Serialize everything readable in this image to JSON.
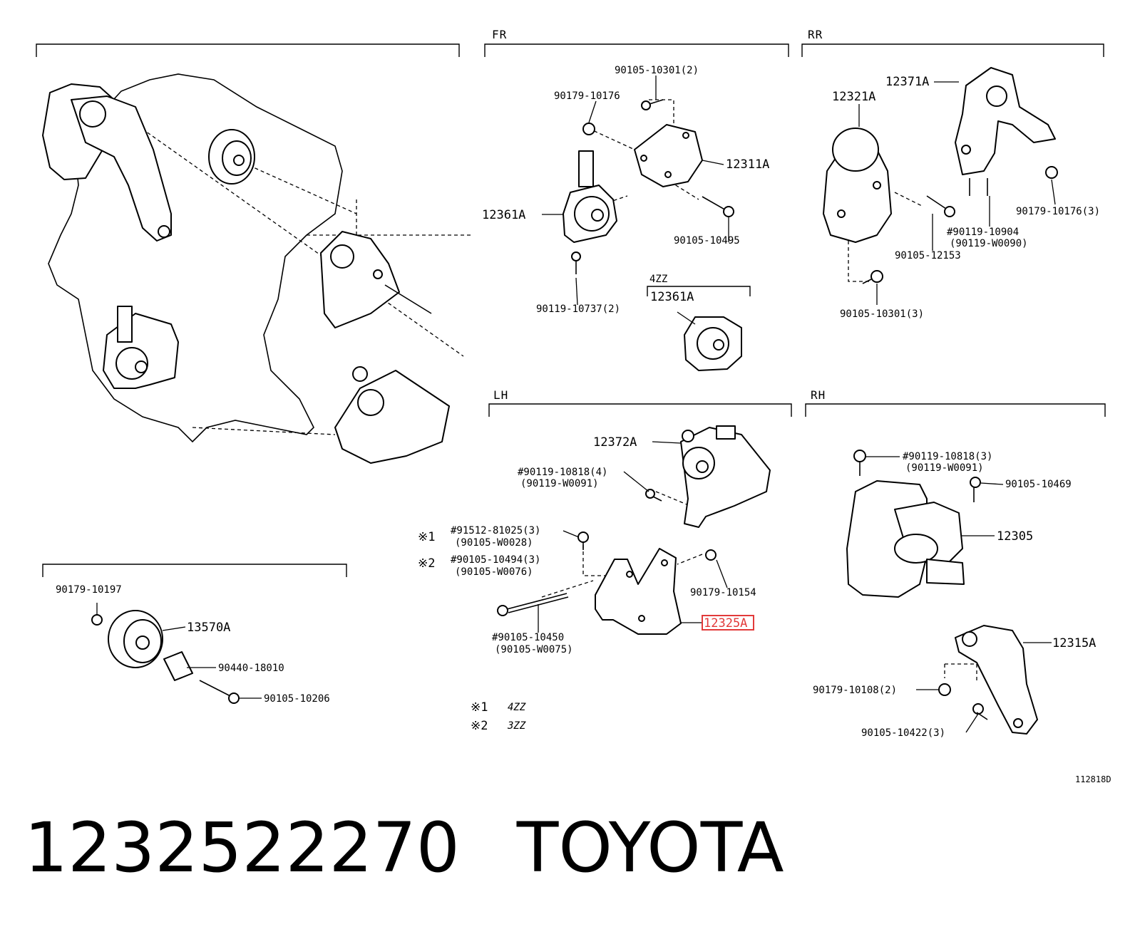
{
  "sections": {
    "fr": "FR",
    "rr": "RR",
    "lh": "LH",
    "rh": "RH",
    "zz4": "4ZZ"
  },
  "fr_labels": {
    "b1": "90105-10301(2)",
    "b2": "90179-10176",
    "p1": "12311A",
    "p2": "12361A",
    "b3": "90105-10495",
    "b4": "90119-10737(2)",
    "p3": "12361A"
  },
  "rr_labels": {
    "p1": "12371A",
    "p2": "12321A",
    "b1": "90179-10176(3)",
    "b2": "#90119-10904",
    "b2alt": "(90119-W0090)",
    "b3": "90105-12153",
    "b4": "90105-10301(3)"
  },
  "lh_labels": {
    "p1": "12372A",
    "b1": "#90119-10818(4)",
    "b1alt": "(90119-W0091)",
    "m1": "※1",
    "b2": "#91512-81025(3)",
    "b2alt": "(90105-W0028)",
    "m2": "※2",
    "b3": "#90105-10494(3)",
    "b3alt": "(90105-W0076)",
    "b4": "90179-10154",
    "p2": "12325A",
    "b5": "#90105-10450",
    "b5alt": "(90105-W0075)"
  },
  "notes": {
    "n1_mark": "※1",
    "n1_text": "4ZZ",
    "n2_mark": "※2",
    "n2_text": "3ZZ"
  },
  "rh_labels": {
    "b1": "#90119-10818(3)",
    "b1alt": "(90119-W0091)",
    "b2": "90105-10469",
    "p1": "12305",
    "p2": "12315A",
    "b3": "90179-10108(2)",
    "b4": "90105-10422(3)"
  },
  "pulley_labels": {
    "b1": "90179-10197",
    "p1": "13570A",
    "b2": "90440-18010",
    "b3": "90105-10206"
  },
  "figure_id": "112818D",
  "footer": {
    "part_number": "1232522270",
    "brand": "TOYOTA"
  },
  "colors": {
    "ink": "#000000",
    "highlight": "#e23a3a",
    "background": "#ffffff"
  }
}
